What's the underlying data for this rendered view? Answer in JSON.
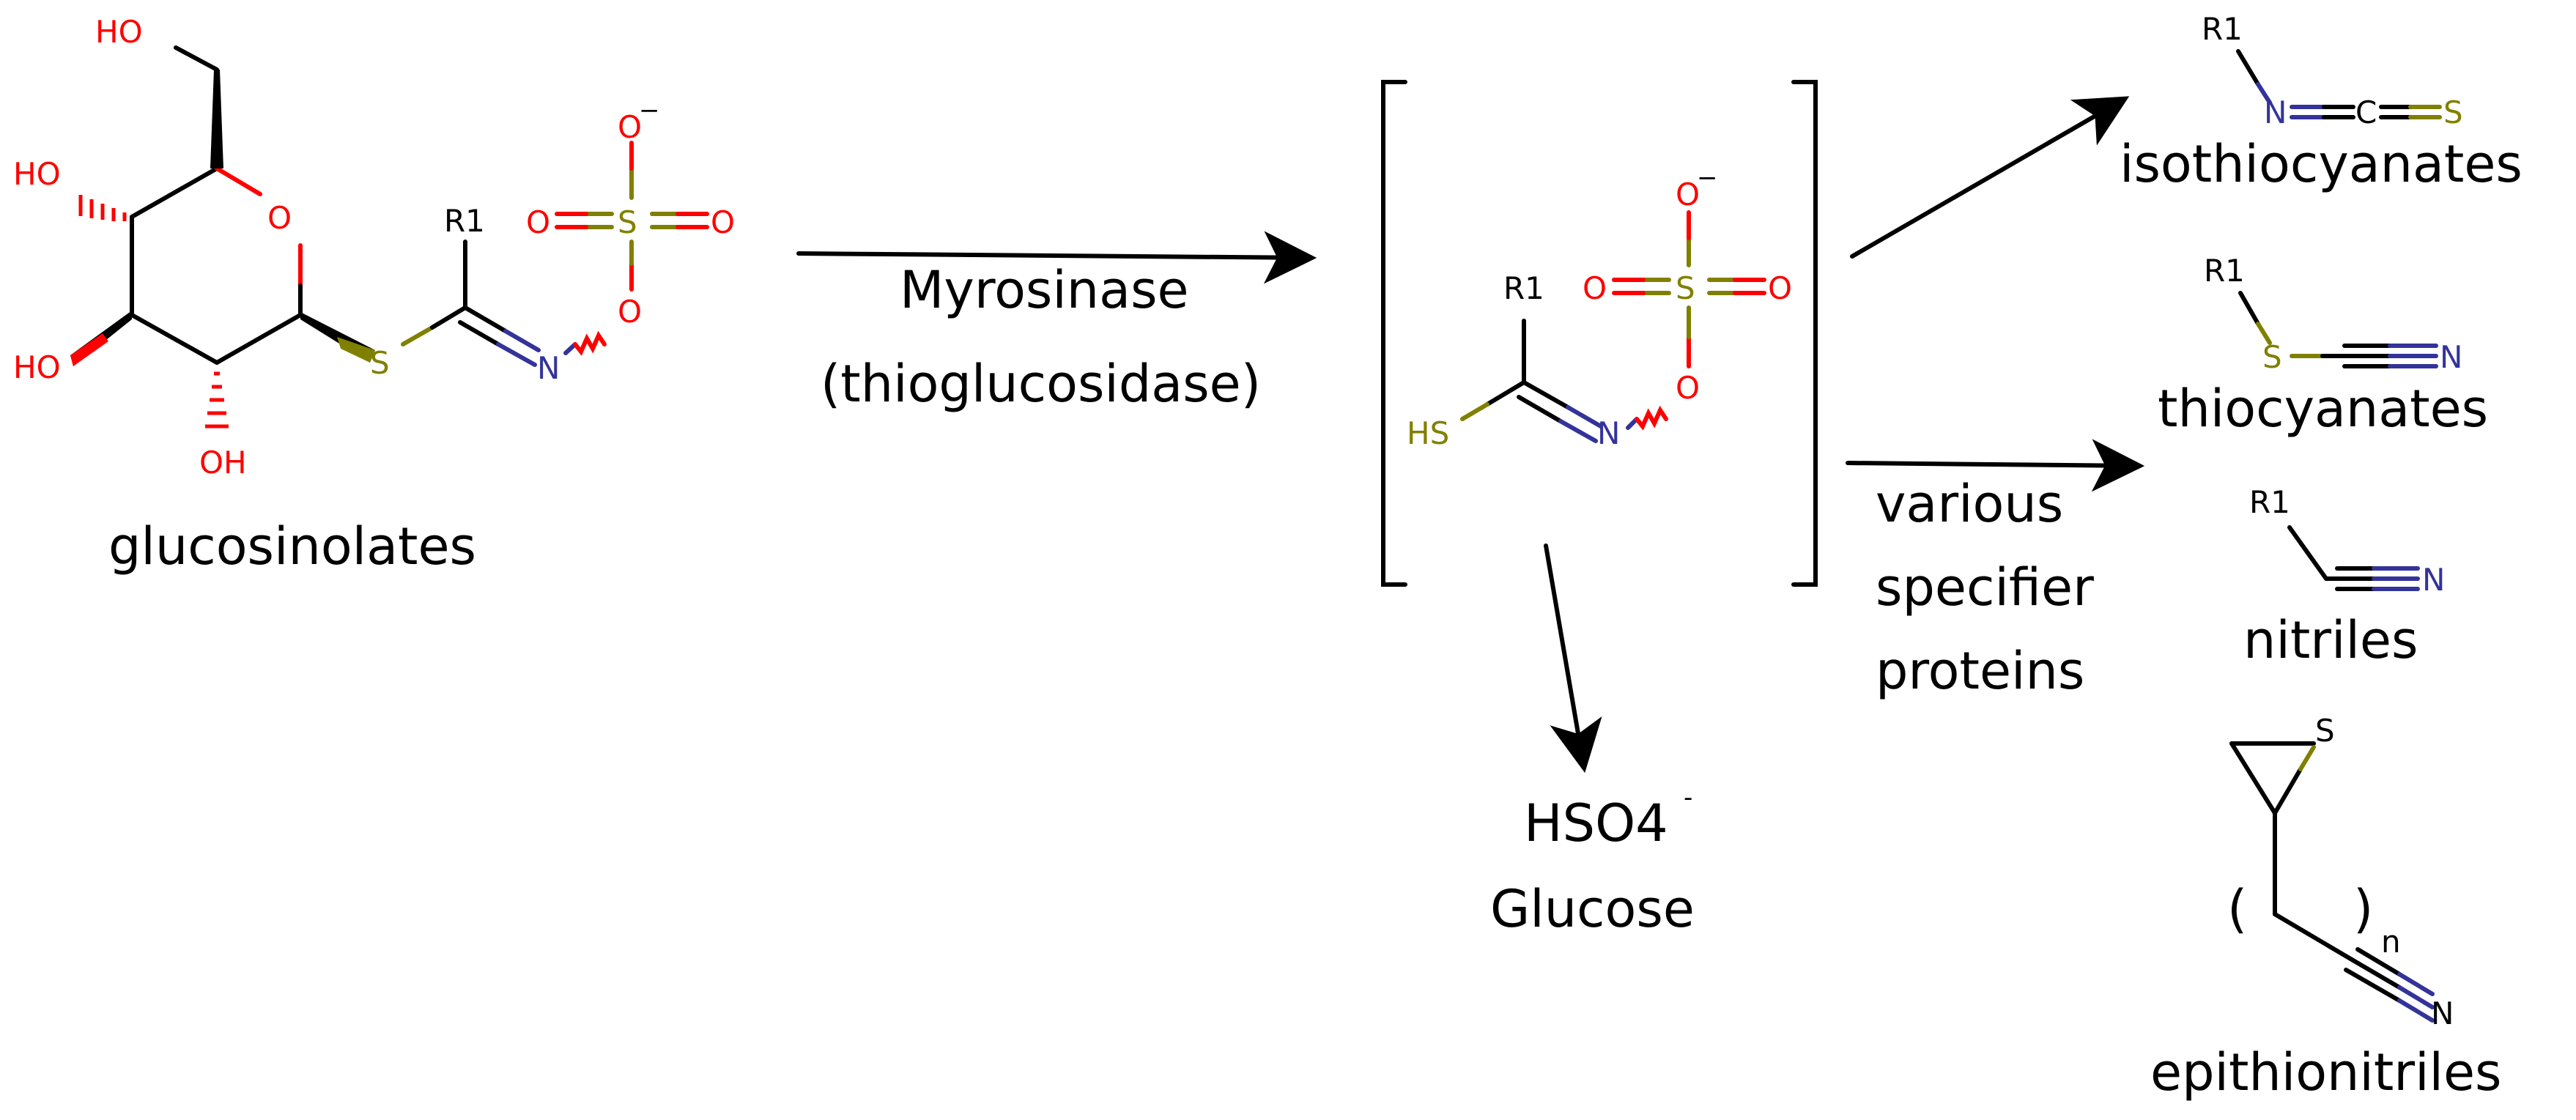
{
  "labels": {
    "glucosinolates": "glucosinolates",
    "enzyme": "Myrosinase",
    "enzyme_sub": "(thioglucosidase)",
    "specifier_1": "various",
    "specifier_2": "specifier",
    "specifier_3": "proteins",
    "hso4": "HSO4",
    "hso4_charge": "-",
    "glucose": "Glucose",
    "isothiocyanates": "isothiocyanates",
    "thiocyanates": "thiocyanates",
    "nitriles": "nitriles",
    "epithionitriles": "epithionitriles"
  },
  "atoms": {
    "HO": "HO",
    "OH": "OH",
    "O": "O",
    "S": "S",
    "N": "N",
    "C": "C",
    "SH": "HS",
    "R1": "R1",
    "minus": "−",
    "paren_open": "(",
    "paren_close": ")",
    "n": "n"
  },
  "colors": {
    "oxygen": "#ff0000",
    "sulfur": "#808000",
    "nitrogen": "#33339a",
    "carbon": "#000000"
  }
}
